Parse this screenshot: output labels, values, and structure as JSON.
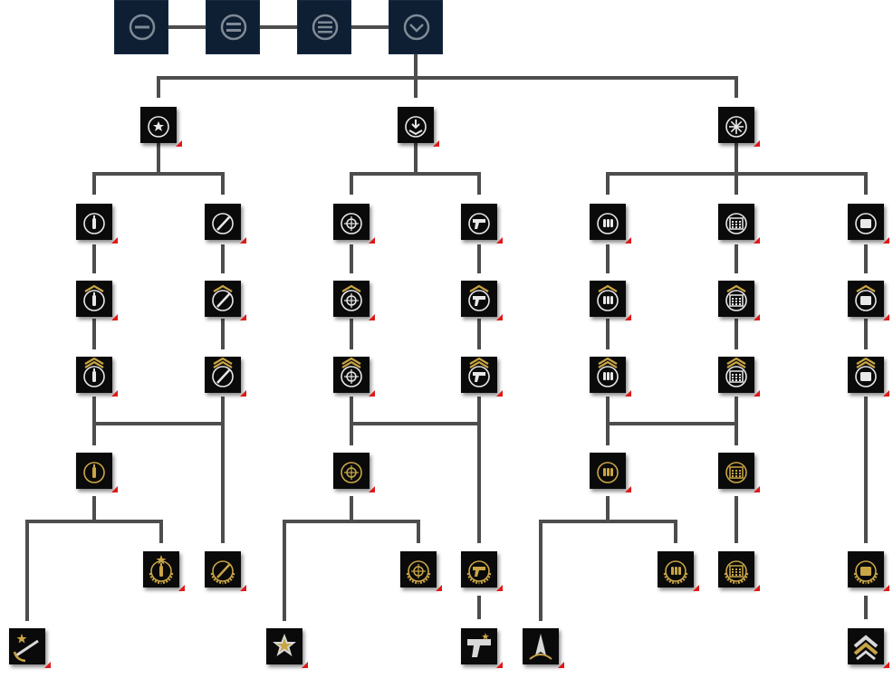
{
  "colors": {
    "line": "#4d4d4d",
    "tile": "#0a0a0a",
    "top_tile": "#0e1f33",
    "icon": "#e8e8e8",
    "gold": "#c9a545",
    "flag": "#e01818"
  },
  "top_controls": [
    {
      "id": "minus",
      "icon": "minus-circle-icon"
    },
    {
      "id": "equal",
      "icon": "double-bar-circle-icon"
    },
    {
      "id": "menu",
      "icon": "triple-bar-circle-icon"
    },
    {
      "id": "expand",
      "icon": "chevron-down-circle-icon"
    }
  ],
  "branches": [
    {
      "id": "branch-left",
      "root_icon": "star-chevron-icon",
      "paths": [
        {
          "name": "bottle",
          "icon": "bottle-icon"
        },
        {
          "name": "syringe",
          "icon": "syringe-icon"
        }
      ]
    },
    {
      "id": "branch-middle",
      "root_icon": "down-arrow-chevron-icon",
      "paths": [
        {
          "name": "crosshair",
          "icon": "crosshair-icon"
        },
        {
          "name": "pistol",
          "icon": "pistol-icon"
        }
      ]
    },
    {
      "id": "branch-right",
      "root_icon": "burst-icon",
      "paths": [
        {
          "name": "ammo",
          "icon": "ammo-icon"
        },
        {
          "name": "calendar",
          "icon": "calendar-icon"
        },
        {
          "name": "box",
          "icon": "box-icon"
        }
      ]
    }
  ]
}
